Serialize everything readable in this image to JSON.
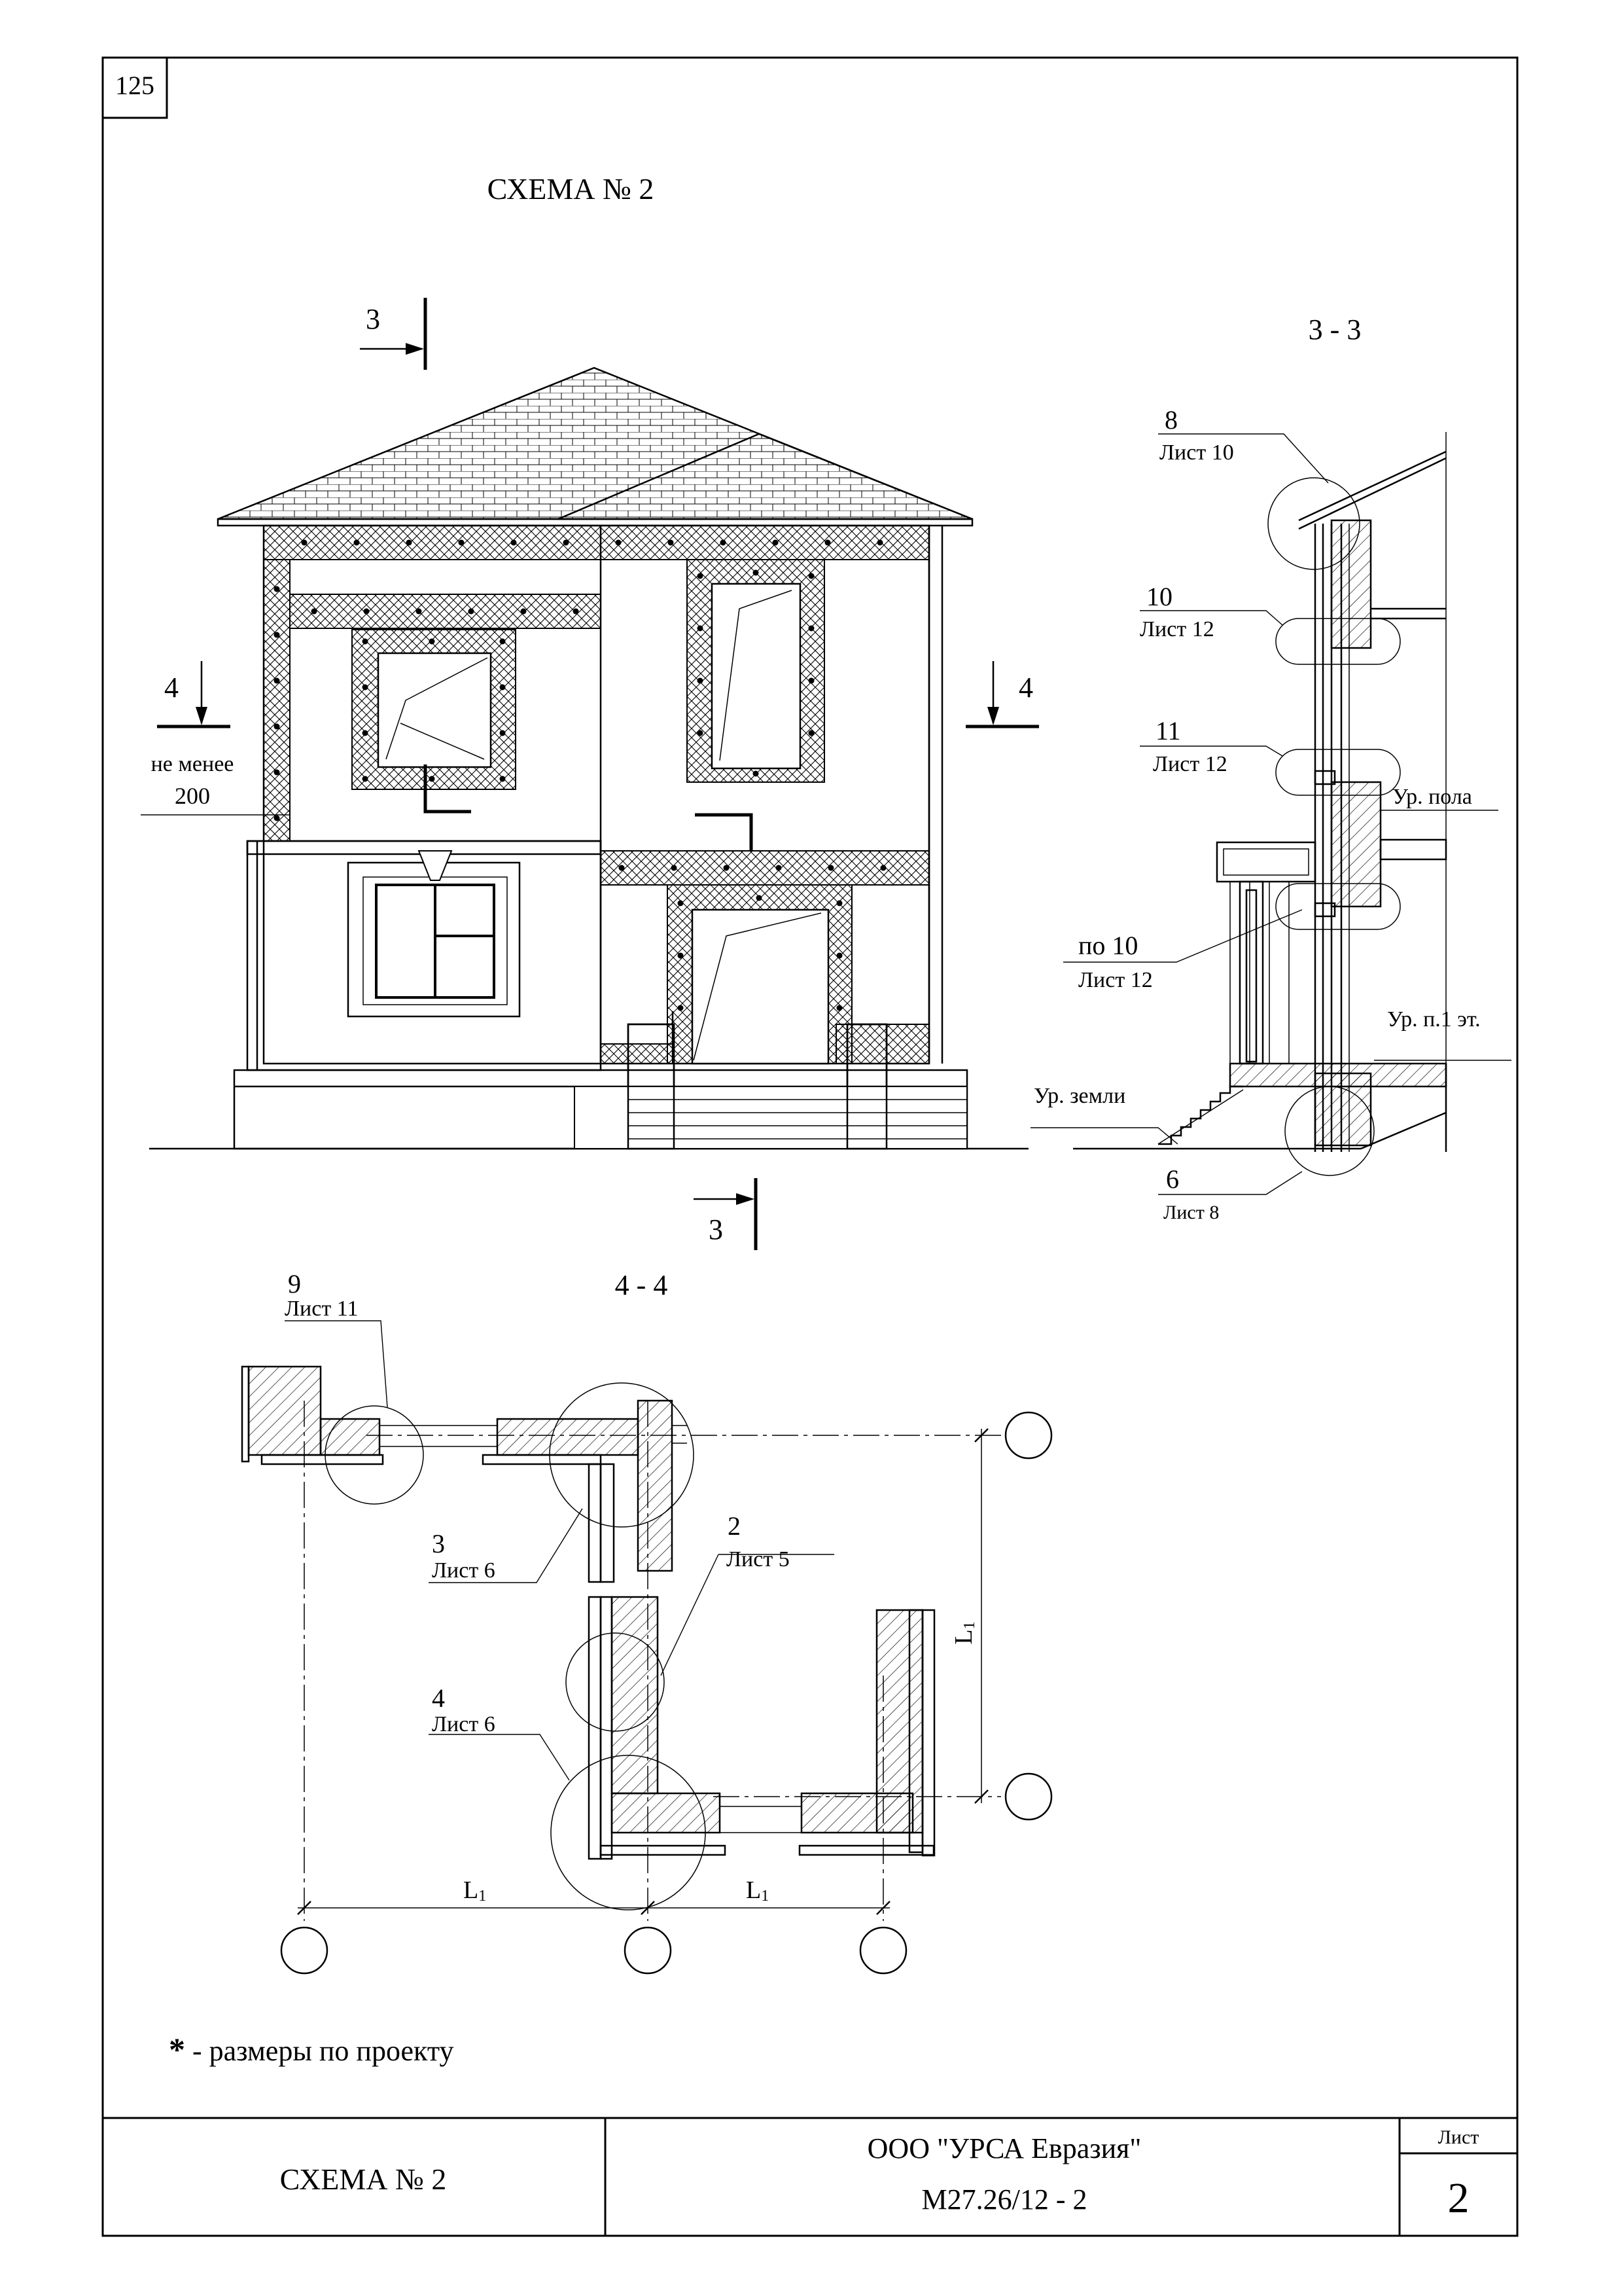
{
  "page_number": "125",
  "title": "СХЕМА № 2",
  "facade": {
    "section_mark": "3",
    "plan_mark": "4",
    "dimension_note_line1": "не менее",
    "dimension_note_line2": "200"
  },
  "section_3_3": {
    "title": "3 - 3",
    "callouts": [
      {
        "num": "8",
        "sheet": "Лист 10"
      },
      {
        "num": "10",
        "sheet": "Лист 12"
      },
      {
        "num": "11",
        "sheet": "Лист 12"
      },
      {
        "num": "по 10",
        "sheet": "Лист 12"
      },
      {
        "num": "6",
        "sheet": "Лист 8"
      }
    ],
    "level_floor": "Ур. пола",
    "level_first_floor": "Ур. п.1 эт.",
    "level_ground": "Ур. земли"
  },
  "plan_4_4": {
    "title": "4 - 4",
    "callouts": [
      {
        "num": "9",
        "sheet": "Лист 11"
      },
      {
        "num": "3",
        "sheet": "Лист 6"
      },
      {
        "num": "2",
        "sheet": "Лист 5"
      },
      {
        "num": "4",
        "sheet": "Лист 6"
      }
    ],
    "dim_main": "L",
    "dim_sub": "1"
  },
  "footnote_star": "*",
  "footnote_text": " - размеры по проекту",
  "title_block": {
    "name": "СХЕМА № 2",
    "company": "ООО \"УРСА Евразия\"",
    "code": "М27.26/12 - 2",
    "sheet_label": "Лист",
    "sheet_number": "2"
  }
}
